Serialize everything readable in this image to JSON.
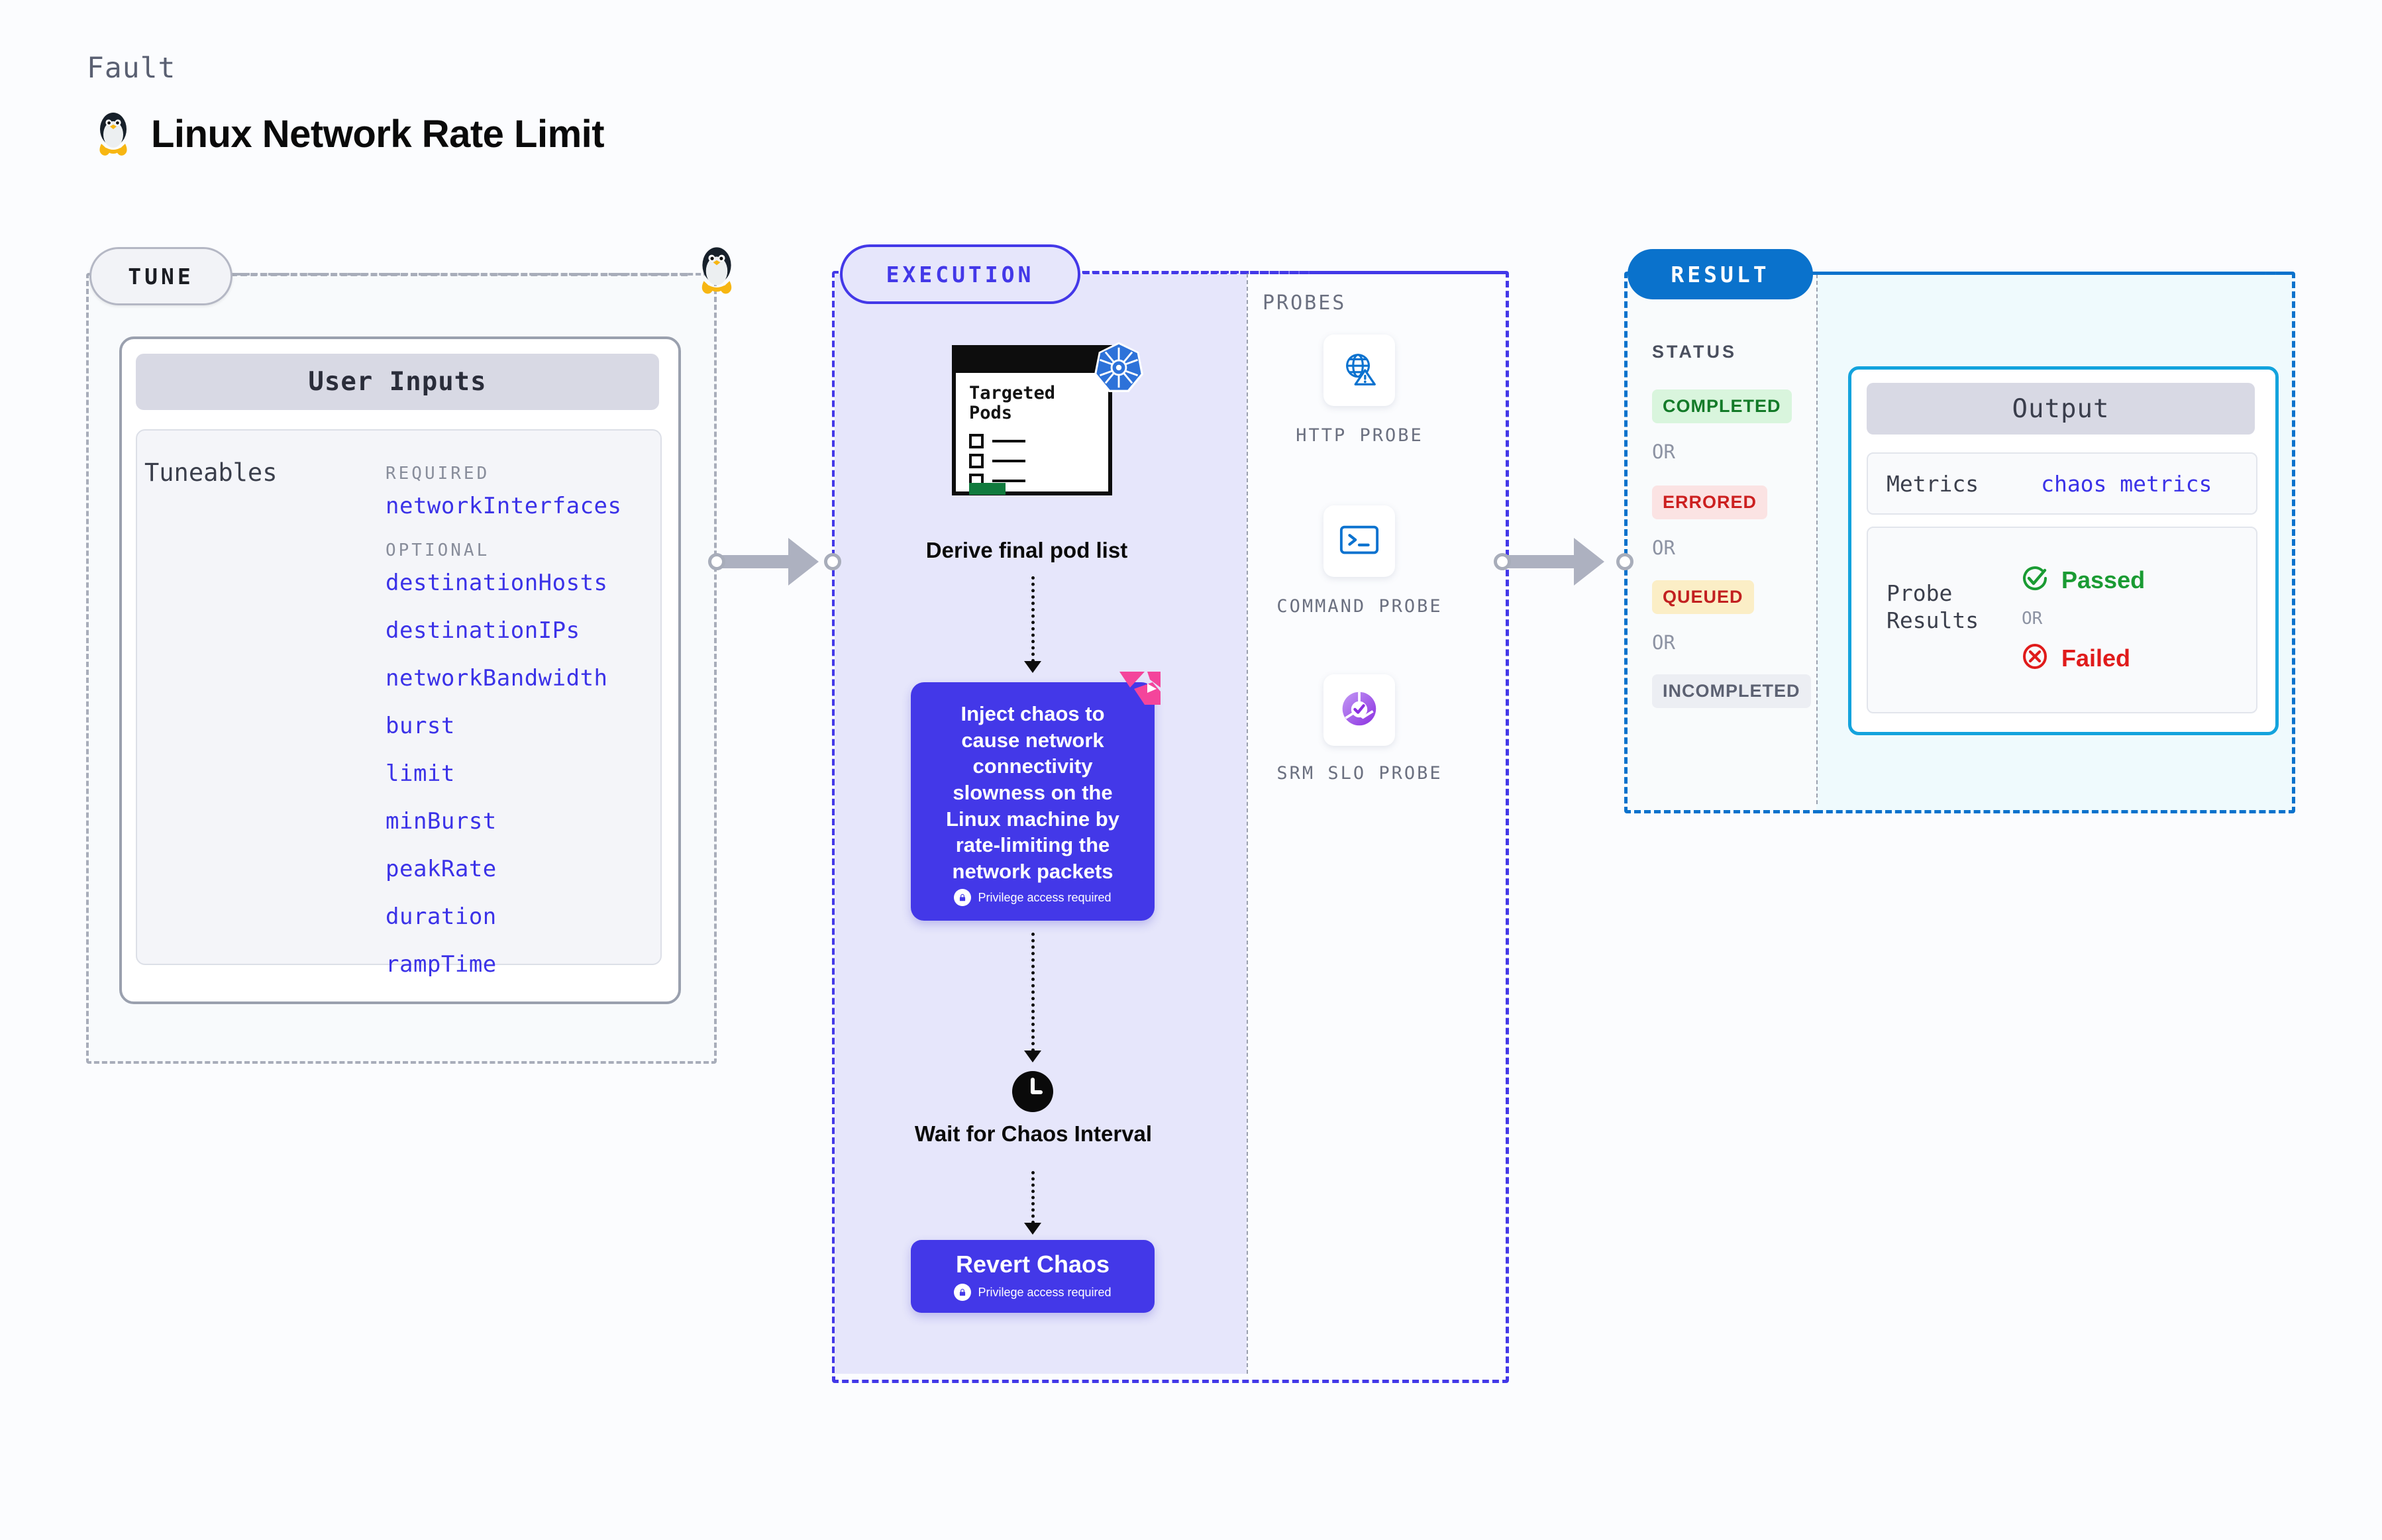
{
  "header": {
    "kicker": "Fault",
    "title": "Linux Network Rate Limit",
    "icon": "linux-tux-icon"
  },
  "tune": {
    "badge": "TUNE",
    "card_title": "User Inputs",
    "tuneables_label": "Tuneables",
    "groups": [
      {
        "heading": "REQUIRED",
        "items": [
          "networkInterfaces"
        ]
      },
      {
        "heading": "OPTIONAL",
        "items": [
          "destinationHosts",
          "destinationIPs",
          "networkBandwidth",
          "burst",
          "limit",
          "minBurst",
          "peakRate",
          "duration",
          "rampTime"
        ]
      }
    ]
  },
  "execution": {
    "badge": "EXECUTION",
    "pods_card": {
      "title": "Targeted Pods",
      "icon": "kubernetes-icon",
      "checkbox_rows": 3
    },
    "derive_label": "Derive final pod list",
    "inject": {
      "text": "Inject chaos to cause network connectivity slowness on the Linux machine by rate-limiting the network packets",
      "privilege_note": "Privilege access required",
      "corner_icon": "litmuschaos-icon"
    },
    "wait": {
      "icon": "clock-icon",
      "label": "Wait for Chaos Interval"
    },
    "revert": {
      "title": "Revert Chaos",
      "privilege_note": "Privilege access required"
    }
  },
  "probes": {
    "label": "PROBES",
    "items": [
      {
        "label": "HTTP PROBE",
        "icon": "globe-warning-icon"
      },
      {
        "label": "COMMAND PROBE",
        "icon": "terminal-icon"
      },
      {
        "label": "SRM SLO PROBE",
        "icon": "slo-donut-check-icon"
      }
    ]
  },
  "result": {
    "badge": "RESULT",
    "status_label": "STATUS",
    "or_text": "OR",
    "statuses": [
      {
        "label": "COMPLETED",
        "bg": "#d9f5dd",
        "fg": "#137a28"
      },
      {
        "label": "ERRORED",
        "bg": "#fbe3e3",
        "fg": "#cc2020"
      },
      {
        "label": "QUEUED",
        "bg": "#fbeec6",
        "fg": "#c22020"
      },
      {
        "label": "INCOMPLETED",
        "bg": "#eceef3",
        "fg": "#5c6172"
      }
    ],
    "output": {
      "title": "Output",
      "metrics_label": "Metrics",
      "metrics_value": "chaos metrics",
      "probe_results_label": "Probe Results",
      "passed_label": "Passed",
      "failed_label": "Failed",
      "or_text": "OR"
    }
  },
  "colors": {
    "accent_indigo": "#4338e8",
    "accent_blue": "#0a72cc",
    "pass_green": "#1a9b33",
    "fail_red": "#e01b1b"
  }
}
